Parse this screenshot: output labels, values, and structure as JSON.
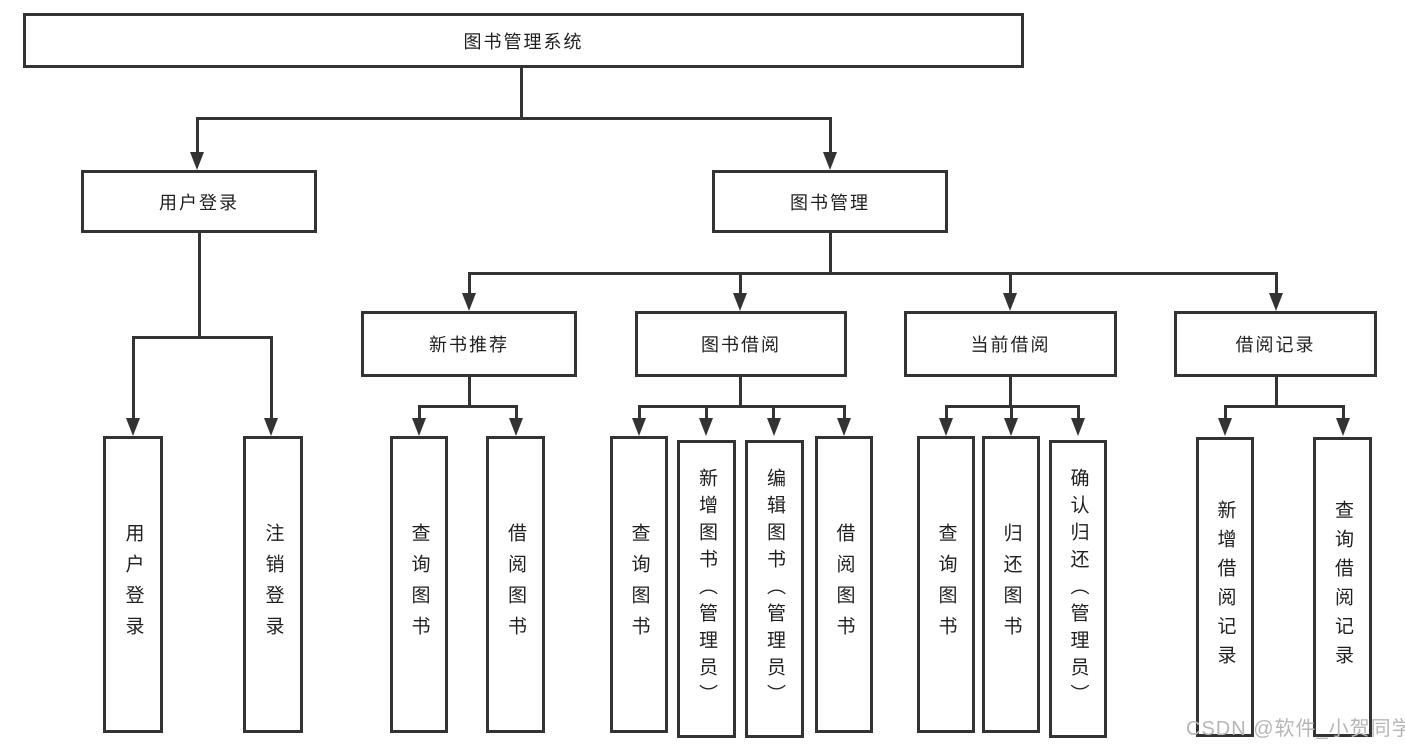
{
  "watermark": "CSDN @软件_小贺同学",
  "colors": {
    "line": "#333333",
    "text": "#1f1f1f",
    "background": "#ffffff",
    "watermark": "#b6b6b6"
  },
  "tree": {
    "root": {
      "label": "图书管理系统"
    },
    "branches": [
      {
        "label": "用户登录",
        "leaves": [
          {
            "label": "用户登录"
          },
          {
            "label": "注销登录"
          }
        ]
      },
      {
        "label": "图书管理",
        "groups": [
          {
            "label": "新书推荐",
            "leaves": [
              {
                "label": "查询图书"
              },
              {
                "label": "借阅图书"
              }
            ]
          },
          {
            "label": "图书借阅",
            "leaves": [
              {
                "label": "查询图书"
              },
              {
                "label": "新增图书（管理员）"
              },
              {
                "label": "编辑图书（管理员）"
              },
              {
                "label": "借阅图书"
              }
            ]
          },
          {
            "label": "当前借阅",
            "leaves": [
              {
                "label": "查询图书"
              },
              {
                "label": "归还图书"
              },
              {
                "label": "确认归还（管理员）"
              }
            ]
          },
          {
            "label": "借阅记录",
            "leaves": [
              {
                "label": "新增借阅记录"
              },
              {
                "label": "查询借阅记录"
              }
            ]
          }
        ]
      }
    ]
  }
}
